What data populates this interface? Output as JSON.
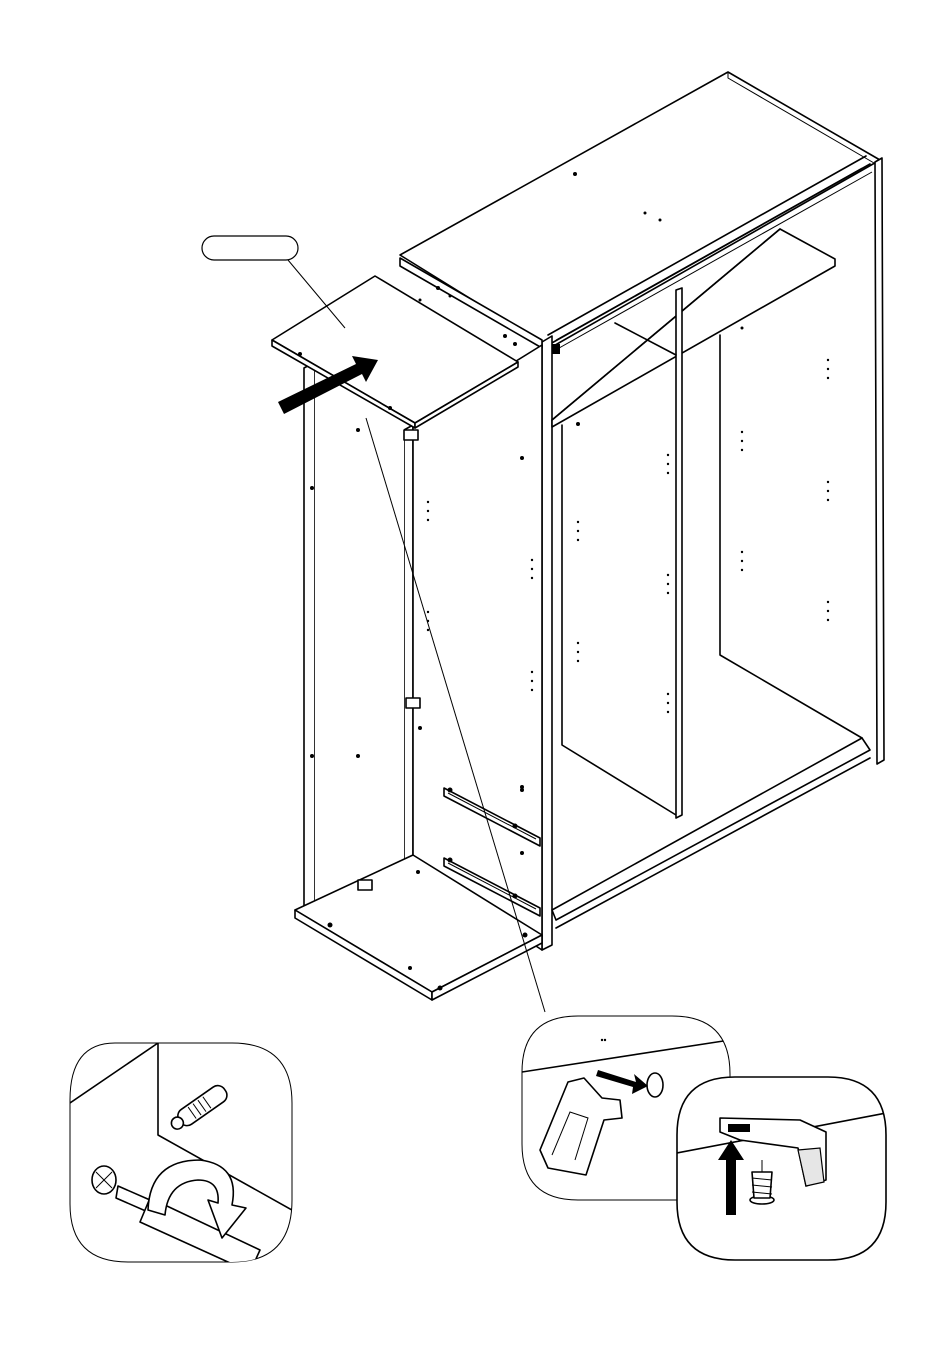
{
  "part_label": "",
  "colors": {
    "line": "#000000",
    "background": "#ffffff"
  },
  "icons": [
    "part-callout-bubble",
    "insert-direction-arrow",
    "screwdriver-detail",
    "hinge-plate-detail",
    "leveling-foot-detail"
  ]
}
